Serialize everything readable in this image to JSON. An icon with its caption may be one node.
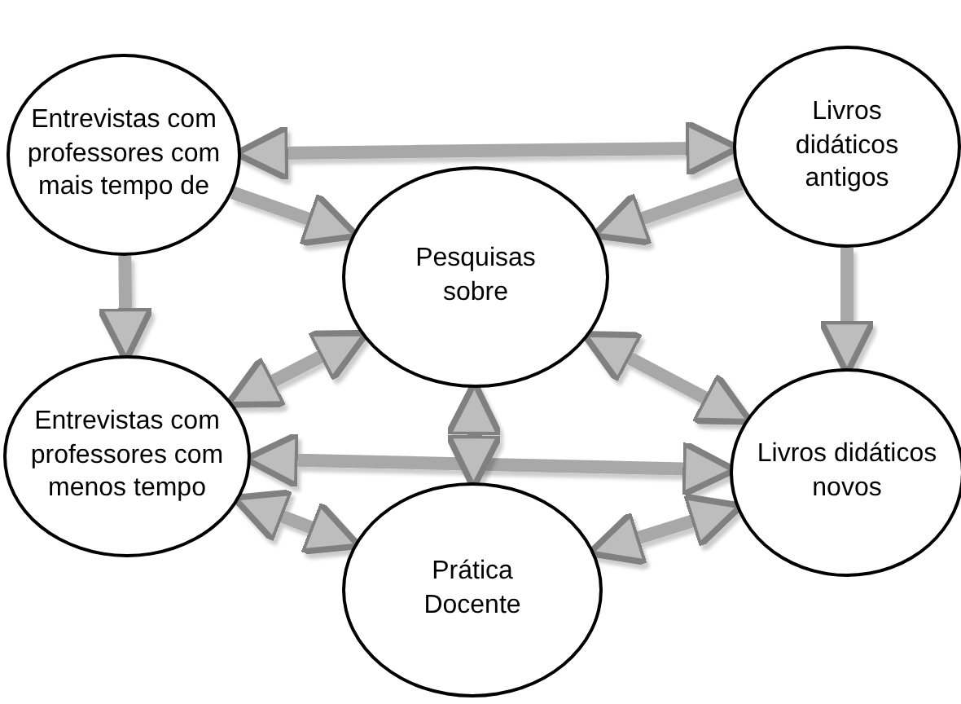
{
  "diagram": {
    "nodes": [
      {
        "text": [
          "Entrevistas com professores com mais tempo de"
        ]
      },
      {
        "text": [
          "Livros didáticos antigos"
        ]
      },
      {
        "text": [
          "Pesquisas sobre"
        ]
      },
      {
        "text": [
          "Entrevistas com professores com menos tempo"
        ]
      },
      {
        "text": [
          "Livros didáticos novos"
        ]
      },
      {
        "text": [
          "Prática Docente"
        ]
      }
    ],
    "edges": [
      {
        "from": 0,
        "to": 1,
        "arrow": "both"
      },
      {
        "from": 0,
        "to": 2,
        "arrow": "to"
      },
      {
        "from": 1,
        "to": 2,
        "arrow": "to"
      },
      {
        "from": 0,
        "to": 3,
        "arrow": "to"
      },
      {
        "from": 1,
        "to": 4,
        "arrow": "to"
      },
      {
        "from": 3,
        "to": 2,
        "arrow": "both"
      },
      {
        "from": 2,
        "to": 4,
        "arrow": "both"
      },
      {
        "from": 3,
        "to": 4,
        "arrow": "both"
      },
      {
        "from": 2,
        "to": 5,
        "arrow": "both"
      },
      {
        "from": 3,
        "to": 5,
        "arrow": "both"
      },
      {
        "from": 4,
        "to": 5,
        "arrow": "both"
      }
    ]
  }
}
